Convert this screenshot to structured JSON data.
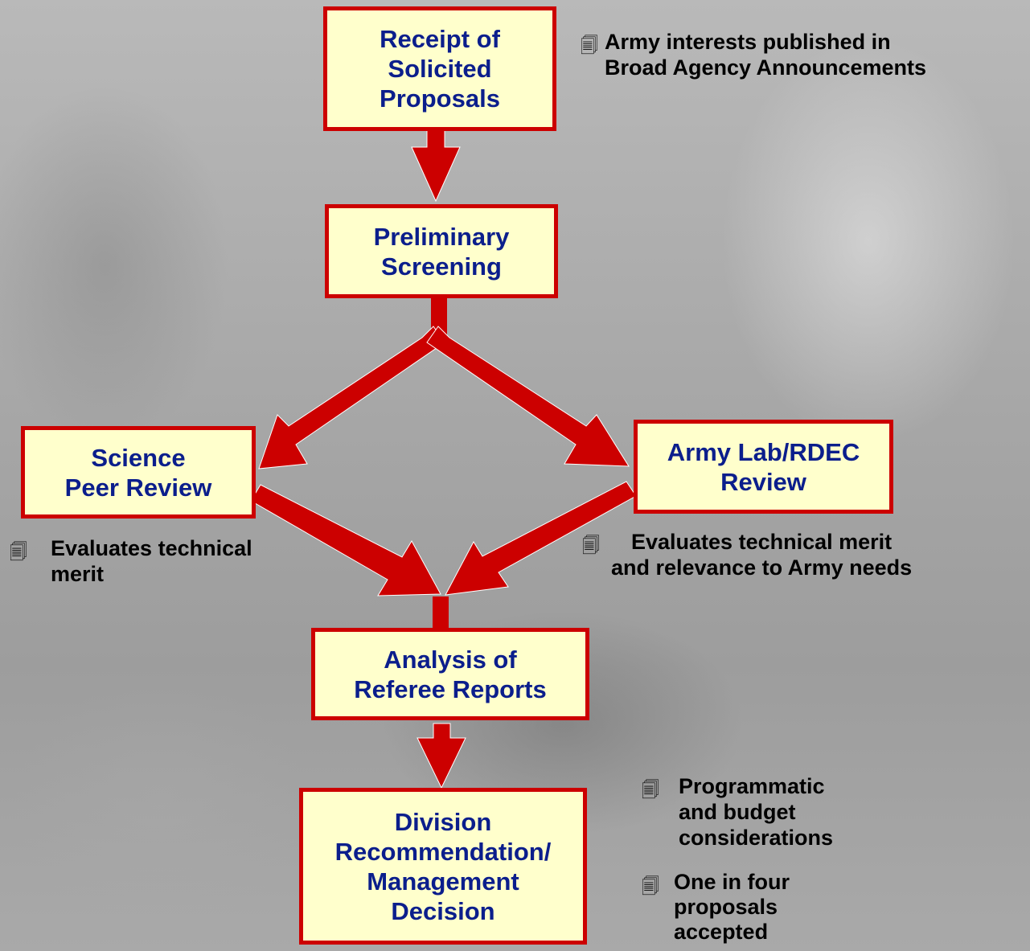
{
  "colors": {
    "box_fill": "#ffffcc",
    "box_border": "#cc0000",
    "box_text": "#0b1e8c",
    "arrow": "#cc0000"
  },
  "boxes": {
    "receipt": "Receipt of\nSolicited\nProposals",
    "preliminary": "Preliminary\nScreening",
    "science": "Science\nPeer Review",
    "army": "Army Lab/RDEC\nReview",
    "analysis": "Analysis of\nReferee Reports",
    "division": "Division\nRecommendation/\nManagement\nDecision"
  },
  "bullet_icon": "document-icon",
  "bullet_glyph": "🗐",
  "notes": {
    "baa": "Army interests published in\n  Broad Agency Announcements",
    "science": "Evaluates technical\n        merit",
    "army": "Evaluates technical merit\nand relevance to Army needs",
    "programmatic": "Programmatic\nand budget\nconsiderations",
    "one_in_four": " One in four\nproposals\n accepted"
  }
}
